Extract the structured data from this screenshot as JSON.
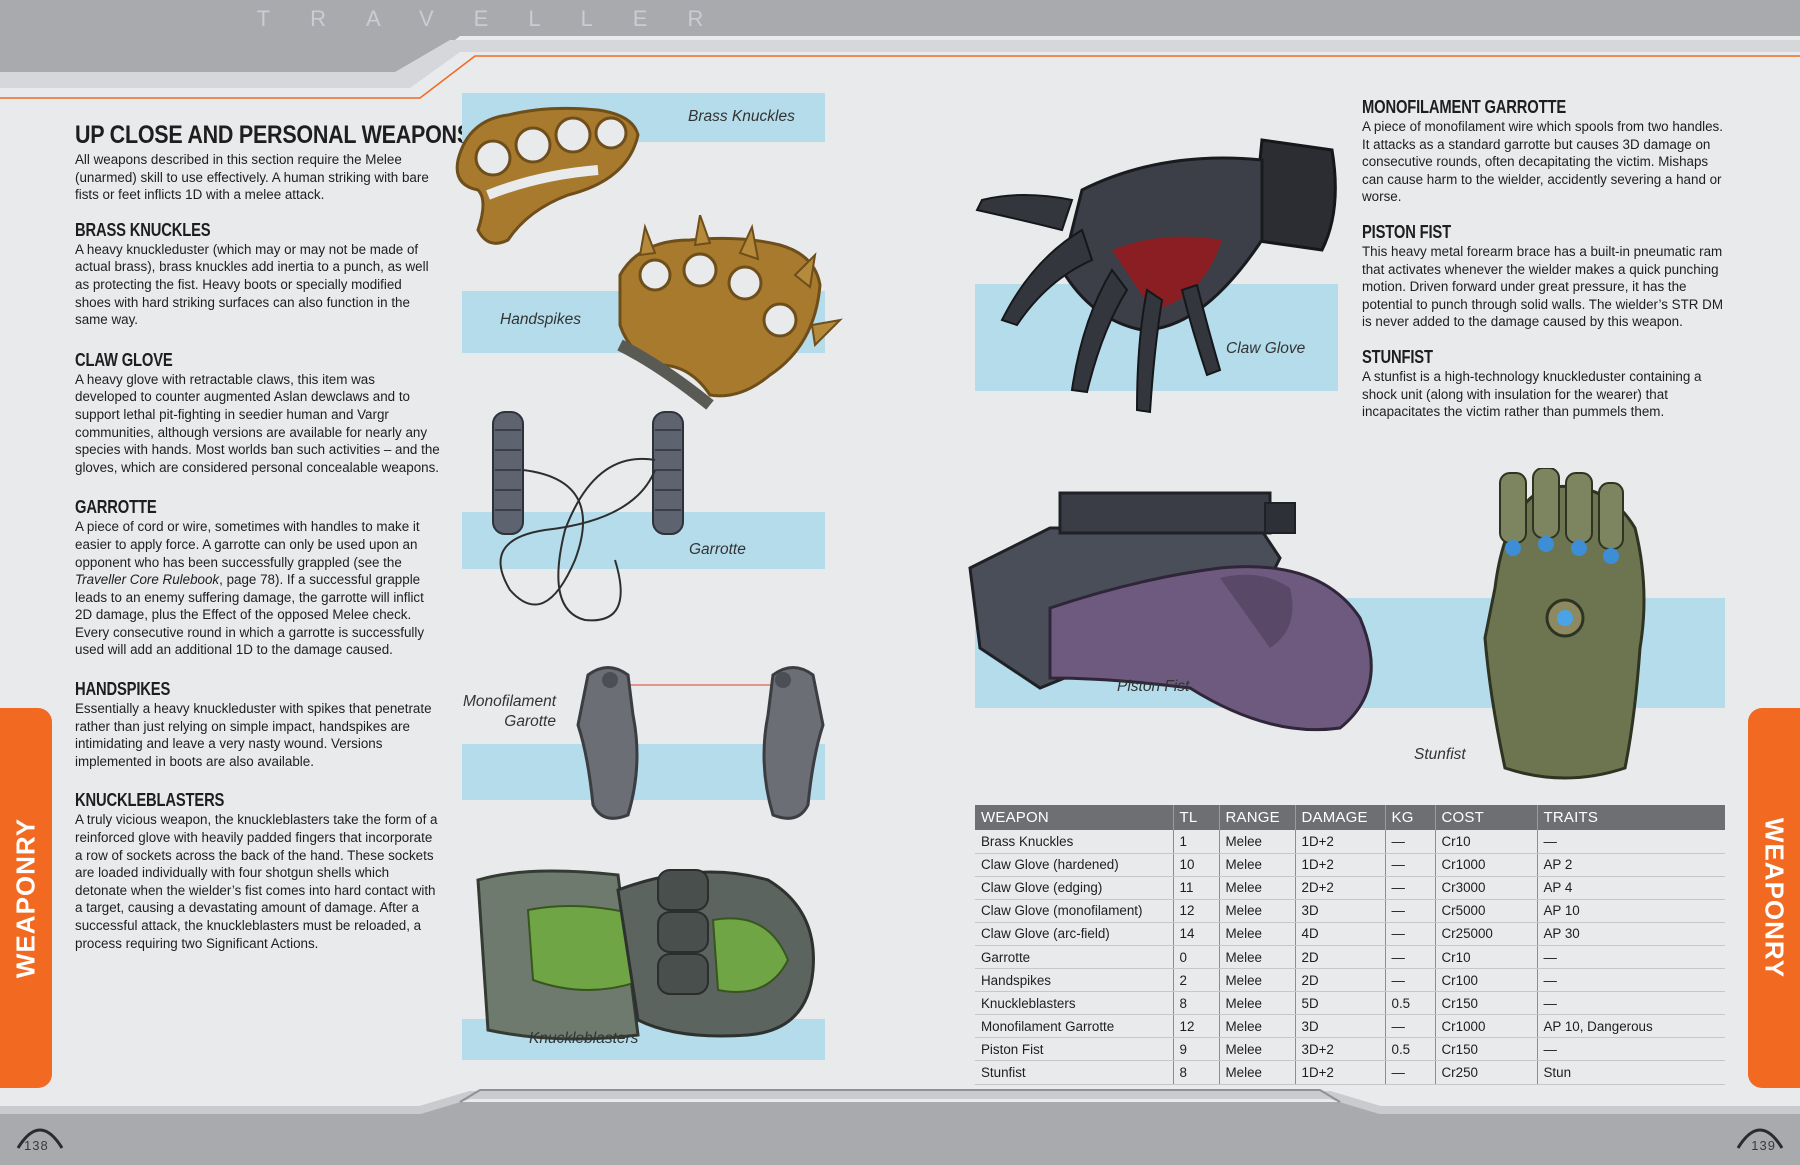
{
  "header": {
    "title": "TRAVELLER"
  },
  "side_tabs": {
    "left": "WEAPONRY",
    "right": "WEAPONRY"
  },
  "page_numbers": {
    "left": "138",
    "right": "139"
  },
  "left_column": {
    "title": "UP CLOSE AND PERSONAL WEAPONS",
    "intro": "All weapons described in this section require the Melee (unarmed) skill to use effectively. A human striking with bare fists or feet inflicts 1D with a melee attack.",
    "sections": [
      {
        "heading": "BRASS KNUCKLES",
        "body": "A heavy knuckleduster (which may or may not be made of actual brass), brass knuckles add inertia to a punch, as well as protecting the fist. Heavy boots or specially modified shoes with hard striking surfaces can also function in the same way."
      },
      {
        "heading": "CLAW GLOVE",
        "body": "A heavy glove with retractable claws, this item was developed to counter augmented Aslan dewclaws and to support lethal pit-fighting in seedier human and Vargr communities, although versions are available for nearly any species with hands. Most worlds ban such activities – and the gloves, which are considered personal concealable weapons."
      },
      {
        "heading": "GARROTTE",
        "body_pre": "A piece of cord or wire, sometimes with handles to make it easier to apply force. A garrotte can only be used upon an opponent who has been successfully grappled (see the ",
        "body_italic": "Traveller Core Rulebook",
        "body_post": ", page 78). If a successful grapple leads to an enemy suffering damage, the garrotte will inflict 2D damage, plus the Effect of the opposed Melee check. Every consecutive round in which a garrotte is successfully used will add an additional 1D to the damage caused."
      },
      {
        "heading": "HANDSPIKES",
        "body": "Essentially a heavy knuckleduster with spikes that penetrate rather than just relying on simple impact, handspikes are intimidating and leave a very nasty wound. Versions implemented in boots are also available."
      },
      {
        "heading": "KNUCKLEBLASTERS",
        "body": "A truly vicious weapon, the knuckleblasters take the form of a reinforced glove with heavily padded fingers that incorporate a row of sockets across the back of the hand. These sockets are loaded individually with four shotgun shells which detonate when the wielder’s fist comes into hard contact with a target, causing a devastating amount of damage. After a successful attack, the knuckleblasters must be reloaded, a process requiring two Significant Actions."
      }
    ]
  },
  "right_column": {
    "sections": [
      {
        "heading": "MONOFILAMENT GARROTTE",
        "body": "A piece of monofilament wire which spools from two handles. It attacks as a standard garrotte but causes 3D damage on consecutive rounds, often decapitating the victim. Mishaps can cause harm to the wielder, accidently severing a hand or worse."
      },
      {
        "heading": "PISTON FIST",
        "body": "This heavy metal forearm brace has a built-in pneumatic ram that activates whenever the wielder makes a quick punching motion. Driven forward under great pressure, it has the potential to punch through solid walls. The wielder’s STR DM is never added to the damage caused by this weapon."
      },
      {
        "heading": "STUNFIST",
        "body": "A stunfist is a high-technology knuckleduster containing a shock unit (along with insulation for the wearer) that incapacitates the victim rather than pummels them."
      }
    ]
  },
  "captions": {
    "brass_knuckles": "Brass Knuckles",
    "handspikes": "Handspikes",
    "garrotte": "Garrotte",
    "monofilament_line1": "Monofilament",
    "monofilament_line2": "Garotte",
    "knuckleblasters": "Knuckleblasters",
    "claw_glove": "Claw Glove",
    "piston_fist": "Piston Fist",
    "stunfist": "Stunfist"
  },
  "table": {
    "headers": [
      "WEAPON",
      "TL",
      "RANGE",
      "DAMAGE",
      "KG",
      "COST",
      "TRAITS"
    ],
    "rows": [
      [
        "Brass Knuckles",
        "1",
        "Melee",
        "1D+2",
        "—",
        "Cr10",
        "—"
      ],
      [
        "Claw Glove (hardened)",
        "10",
        "Melee",
        "1D+2",
        "—",
        "Cr1000",
        "AP 2"
      ],
      [
        "Claw Glove (edging)",
        "11",
        "Melee",
        "2D+2",
        "—",
        "Cr3000",
        "AP 4"
      ],
      [
        "Claw Glove (monofilament)",
        "12",
        "Melee",
        "3D",
        "—",
        "Cr5000",
        "AP 10"
      ],
      [
        "Claw Glove (arc-field)",
        "14",
        "Melee",
        "4D",
        "—",
        "Cr25000",
        "AP 30"
      ],
      [
        "Garrotte",
        "0",
        "Melee",
        "2D",
        "—",
        "Cr10",
        "—"
      ],
      [
        "Handspikes",
        "2",
        "Melee",
        "2D",
        "—",
        "Cr100",
        "—"
      ],
      [
        "Knuckleblasters",
        "8",
        "Melee",
        "5D",
        "0.5",
        "Cr150",
        "—"
      ],
      [
        "Monofilament Garrotte",
        "12",
        "Melee",
        "3D",
        "—",
        "Cr1000",
        "AP 10, Dangerous"
      ],
      [
        "Piston Fist",
        "9",
        "Melee",
        "3D+2",
        "0.5",
        "Cr150",
        "—"
      ],
      [
        "Stunfist",
        "8",
        "Melee",
        "1D+2",
        "—",
        "Cr250",
        "Stun"
      ]
    ]
  },
  "colors": {
    "accent": "#f26a21",
    "band": "#b4dceb",
    "table_header": "#6e6f73",
    "frame": "#a9abaf"
  }
}
